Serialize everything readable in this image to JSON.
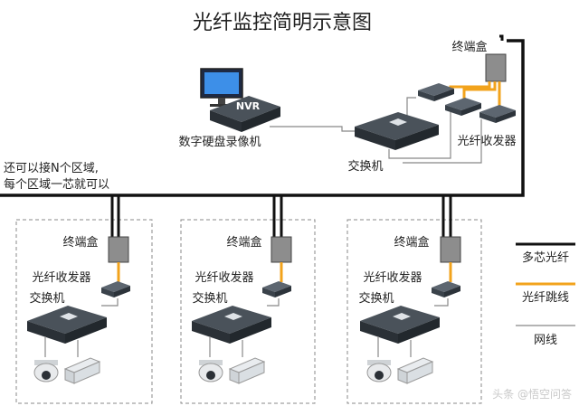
{
  "title": "光纤监控简明示意图",
  "note_line1": "还可以接N个区域,",
  "note_line2": "每个区域一芯就可以",
  "top": {
    "terminal_box": "终端盒",
    "nvr_badge": "NVR",
    "nvr_label": "数字硬盘录像机",
    "switch_label": "交换机",
    "transceiver_label": "光纤收发器"
  },
  "zones": [
    {
      "terminal_box": "终端盒",
      "transceiver": "光纤收发器",
      "switch": "交换机"
    },
    {
      "terminal_box": "终端盒",
      "transceiver": "光纤收发器",
      "switch": "交换机"
    },
    {
      "terminal_box": "终端盒",
      "transceiver": "光纤收发器",
      "switch": "交换机"
    }
  ],
  "legend": [
    {
      "label": "多芯光纤",
      "color": "#111111"
    },
    {
      "label": "光纤跳线",
      "color": "#f2a31c"
    },
    {
      "label": "网线",
      "color": "#888888"
    }
  ],
  "watermark": "头条 @悟空问答",
  "colors": {
    "fiber": "#111111",
    "jumper": "#f2a31c",
    "network": "#888888",
    "dashed": "#8a8a8a"
  }
}
